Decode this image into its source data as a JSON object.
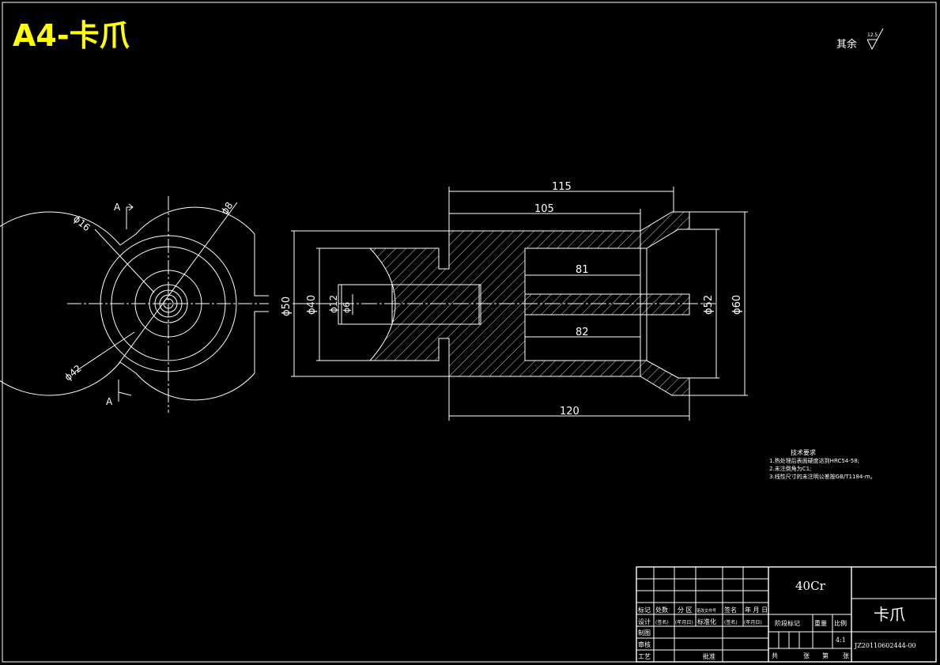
{
  "sheet": {
    "title": "A4-卡爪",
    "title_color": "#ffff00",
    "surface_note_label": "其余",
    "surface_note_value": "12.5"
  },
  "left_view": {
    "section_mark": "A",
    "dims": {
      "d16": "ϕ16",
      "d8": "ϕ8",
      "d42": "ϕ42"
    }
  },
  "section_view": {
    "dims": {
      "len_115": "115",
      "len_105": "105",
      "len_81": "81",
      "len_82": "82",
      "len_120": "120",
      "dia_50": "ϕ50",
      "dia_40": "ϕ40",
      "dia_12": "ϕ12",
      "dia_6": "ϕ6",
      "dia_52": "ϕ52",
      "dia_60": "ϕ60"
    }
  },
  "tech_requirements": {
    "heading": "技术要求",
    "items": [
      "1.热处理后表面硬度达到HRC54-58;",
      "2.未注倒角为C1;",
      "3.线性尺寸的未注明公差按GB/T1184-m。"
    ]
  },
  "title_block": {
    "material": "40Cr",
    "part_name": "卡爪",
    "scale": "4:1",
    "drawing_no": "JZ20110602444-00",
    "row_labels": {
      "mark": "标记",
      "count": "处数",
      "zone": "分 区",
      "change_doc": "更改文件号",
      "sign": "签名",
      "date": "年 月 日",
      "design": "设计",
      "sign1": "(签名)",
      "date1": "(年月日)",
      "standard": "标准化",
      "sign2": "(签名)",
      "date2": "(年月日)",
      "draw": "制图",
      "check": "审核",
      "process": "工艺",
      "approve": "批准"
    },
    "stage_mark": "阶段标记",
    "weight": "重量",
    "scale_label": "比例",
    "sheets_total": "共",
    "sheets_unit": "张",
    "sheet_no": "第",
    "sheet_unit": "张"
  }
}
